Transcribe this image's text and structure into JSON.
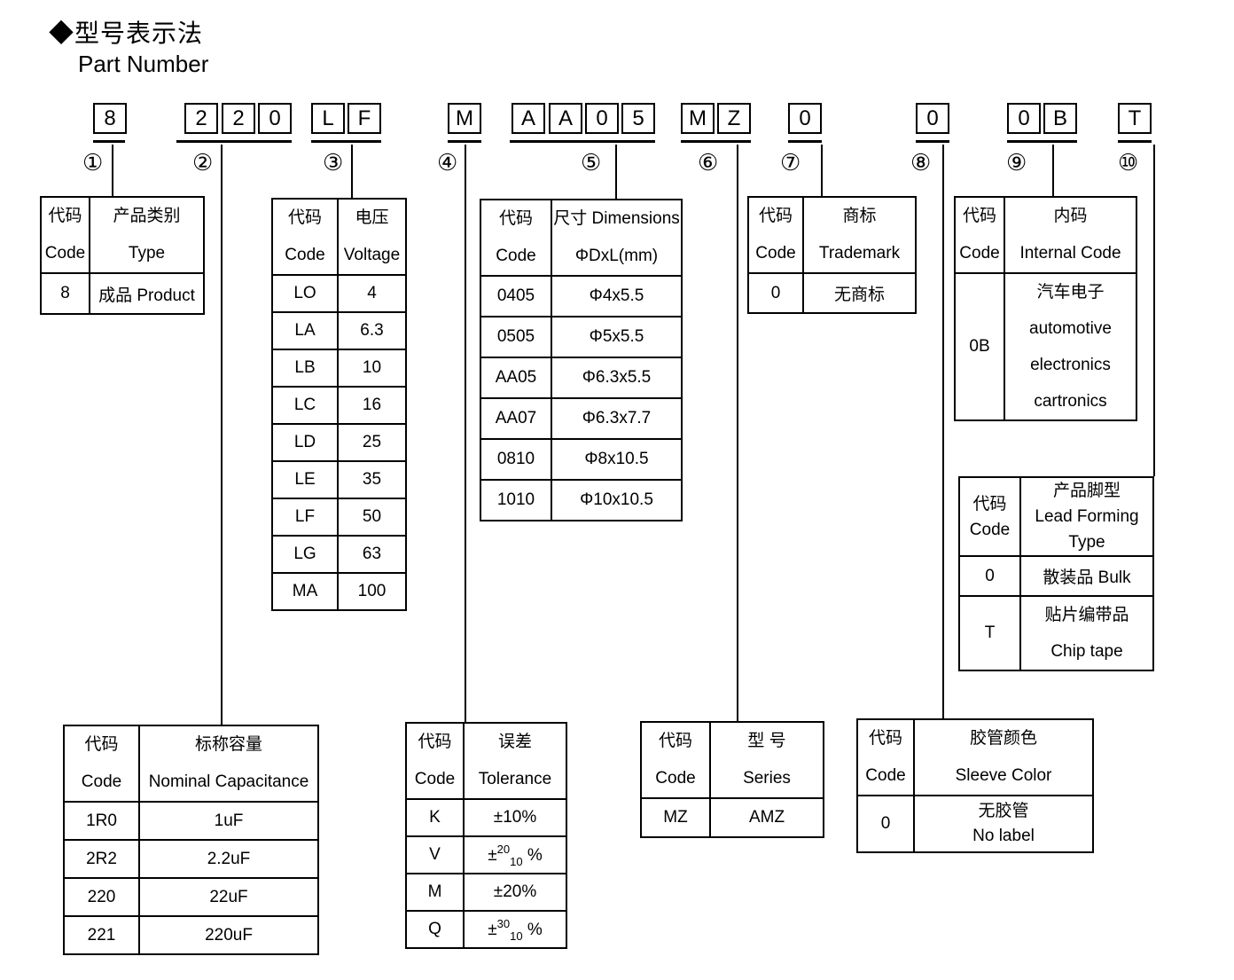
{
  "title": {
    "zh": "◆型号表示法",
    "en": "Part Number"
  },
  "part_number": {
    "chars": [
      "8",
      "2",
      "2",
      "0",
      "L",
      "F",
      "M",
      "A",
      "A",
      "0",
      "5",
      "M",
      "Z",
      "0",
      "0",
      "0",
      "B",
      "T"
    ],
    "markers": [
      "①",
      "②",
      "③",
      "④",
      "⑤",
      "⑥",
      "⑦",
      "⑧",
      "⑨",
      "⑩"
    ]
  },
  "labels": {
    "code_zh": "代码",
    "code_en": "Code"
  },
  "tables": {
    "product_type": {
      "header": {
        "col2_zh": "产品类别",
        "col2_en": "Type"
      },
      "rows": [
        {
          "code": "8",
          "value": "成品 Product"
        }
      ]
    },
    "capacitance": {
      "header": {
        "col2_zh": "标称容量",
        "col2_en": "Nominal Capacitance"
      },
      "rows": [
        {
          "code": "1R0",
          "value": "1uF"
        },
        {
          "code": "2R2",
          "value": "2.2uF"
        },
        {
          "code": "220",
          "value": "22uF"
        },
        {
          "code": "221",
          "value": "220uF"
        }
      ]
    },
    "voltage": {
      "header": {
        "col2_zh": "电压",
        "col2_en": "Voltage"
      },
      "rows": [
        {
          "code": "LO",
          "value": "4"
        },
        {
          "code": "LA",
          "value": "6.3"
        },
        {
          "code": "LB",
          "value": "10"
        },
        {
          "code": "LC",
          "value": "16"
        },
        {
          "code": "LD",
          "value": "25"
        },
        {
          "code": "LE",
          "value": "35"
        },
        {
          "code": "LF",
          "value": "50"
        },
        {
          "code": "LG",
          "value": "63"
        },
        {
          "code": "MA",
          "value": "100"
        }
      ]
    },
    "tolerance": {
      "header": {
        "col2_zh": "误差",
        "col2_en": "Tolerance"
      },
      "rows": [
        {
          "code": "K",
          "value": "±10%"
        },
        {
          "code": "V",
          "pm": "±",
          "sup": "20",
          "sub": "10",
          "pct": " %"
        },
        {
          "code": "M",
          "value": "±20%"
        },
        {
          "code": "Q",
          "pm": "±",
          "sup": "30",
          "sub": "10",
          "pct": " %"
        }
      ]
    },
    "dimensions": {
      "header": {
        "col2_line1": "尺寸 Dimensions",
        "col2_line2": "ΦDxL(mm)"
      },
      "rows": [
        {
          "code": "0405",
          "value": "Φ4x5.5"
        },
        {
          "code": "0505",
          "value": "Φ5x5.5"
        },
        {
          "code": "AA05",
          "value": "Φ6.3x5.5"
        },
        {
          "code": "AA07",
          "value": "Φ6.3x7.7"
        },
        {
          "code": "0810",
          "value": "Φ8x10.5"
        },
        {
          "code": "1010",
          "value": "Φ10x10.5"
        }
      ]
    },
    "series": {
      "header": {
        "col2_zh": "型 号",
        "col2_en": "Series"
      },
      "rows": [
        {
          "code": "MZ",
          "value": "AMZ"
        }
      ]
    },
    "trademark": {
      "header": {
        "col2_zh": "商标",
        "col2_en": "Trademark"
      },
      "rows": [
        {
          "code": "0",
          "value": "无商标"
        }
      ]
    },
    "sleeve_color": {
      "header": {
        "col2_zh": "胶管颜色",
        "col2_en": "Sleeve Color"
      },
      "rows": [
        {
          "code": "0",
          "line1": "无胶管",
          "line2": "No label"
        }
      ]
    },
    "internal_code": {
      "header": {
        "col2_zh": "内码",
        "col2_en": "Internal Code"
      },
      "rows": [
        {
          "code": "0B",
          "line1": "汽车电子",
          "line2": "automotive",
          "line3": "electronics",
          "line4": "cartronics"
        }
      ]
    },
    "lead_forming": {
      "header": {
        "col2_line1": "产品脚型",
        "col2_line2": "Lead Forming",
        "col2_line3": "Type"
      },
      "rows": [
        {
          "code": "0",
          "line1": "散装品 Bulk"
        },
        {
          "code": "T",
          "line1": "贴片编带品",
          "line2": "Chip tape"
        }
      ]
    }
  }
}
